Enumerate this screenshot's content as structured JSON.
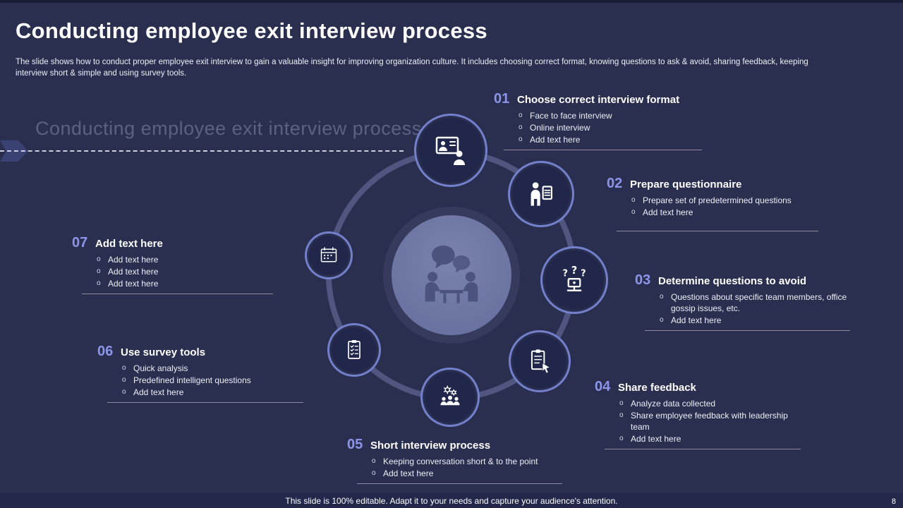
{
  "slide": {
    "title": "Conducting employee exit interview process",
    "subtitle": "The slide shows how to conduct proper employee exit interview to gain a valuable insight for improving organization culture. It includes choosing correct format, knowing questions to ask & avoid, sharing feedback, keeping interview short & simple and using survey tools.",
    "ghost_title": "Conducting employee exit interview process",
    "footer": "This slide is 100% editable. Adapt it to your needs and capture your audience's attention.",
    "page_number": "8"
  },
  "colors": {
    "background": "#2b2f4f",
    "accent_number": "#8c95e9",
    "node_fill": "#21264b",
    "node_rim": "#7380cc",
    "ring": "#7e88bc",
    "center_circle": "#6e77a4"
  },
  "center": {
    "icon": "meeting-discussion-icon"
  },
  "steps": [
    {
      "number": "01",
      "title": "Choose correct interview format",
      "icon": "presentation-interview-icon",
      "bullets": [
        "Face to face interview",
        "Online interview",
        "Add text here"
      ]
    },
    {
      "number": "02",
      "title": "Prepare questionnaire",
      "icon": "person-checklist-icon",
      "bullets": [
        "Prepare set of predetermined questions",
        "Add text here"
      ]
    },
    {
      "number": "03",
      "title": "Determine questions to avoid",
      "icon": "question-screens-icon",
      "bullets": [
        "Questions about specific team members, office gossip issues, etc.",
        "Add text here"
      ]
    },
    {
      "number": "04",
      "title": "Share feedback",
      "icon": "feedback-clipboard-pointer-icon",
      "bullets": [
        "Analyze data collected",
        "Share employee feedback with leadership team",
        "Add text here"
      ]
    },
    {
      "number": "05",
      "title": "Short interview process",
      "icon": "team-gears-icon",
      "bullets": [
        "Keeping conversation short & to the point",
        "Add text here"
      ]
    },
    {
      "number": "06",
      "title": "Use survey tools",
      "icon": "survey-checklist-icon",
      "bullets": [
        "Quick analysis",
        "Predefined intelligent questions",
        "Add text here"
      ]
    },
    {
      "number": "07",
      "title": "Add text here",
      "icon": "calendar-card-icon",
      "bullets": [
        "Add text here",
        "Add text here",
        "Add text here"
      ]
    }
  ]
}
